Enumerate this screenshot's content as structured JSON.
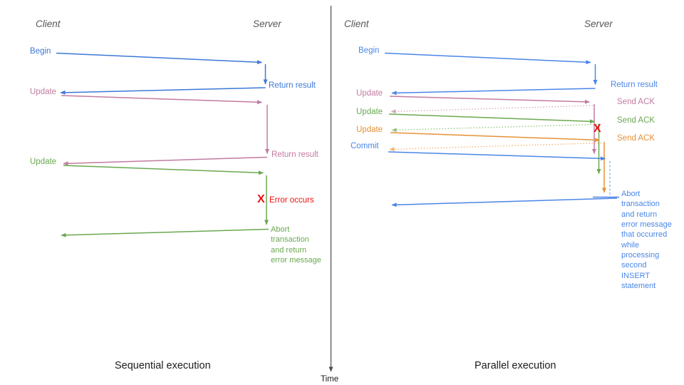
{
  "palette": {
    "blue_left": "#3c78d8",
    "blue_right": "#4a86e8",
    "blue_light": "#8ab0f0",
    "pink": "#c27ba0",
    "pink_light": "#d5a6bd",
    "green": "#6aa84f",
    "green_light": "#93c47d",
    "orange": "#e69138",
    "orange_light": "#f6b26b",
    "red": "#ee1111",
    "header_gray": "#575757",
    "title_dark": "#1c1c1c",
    "time_gray": "#4a4a4a"
  },
  "time_axis": {
    "label": "Time"
  },
  "left": {
    "title": "Sequential execution",
    "client_header": "Client",
    "server_header": "Server",
    "labels": {
      "begin": "Begin",
      "return_result_1": "Return result",
      "update_1": "Update",
      "return_result_2": "Return result",
      "update_2": "Update",
      "error_x": "X",
      "error_occurs": "Error occurs",
      "abort_lines": [
        "Abort",
        "transaction",
        "and return",
        "error message"
      ]
    }
  },
  "right": {
    "title": "Parallel execution",
    "client_header": "Client",
    "server_header": "Server",
    "labels": {
      "begin": "Begin",
      "return_result": "Return result",
      "update_1": "Update",
      "send_ack_1": "Send ACK",
      "update_2": "Update",
      "send_ack_2": "Send ACK",
      "update_3": "Update",
      "send_ack_3": "Send ACK",
      "commit": "Commit",
      "error_x": "X",
      "abort_lines": [
        "Abort",
        "transaction",
        "and return",
        "error message",
        "that occurred",
        "while",
        "processing",
        "second",
        "INSERT",
        "statement"
      ]
    }
  }
}
